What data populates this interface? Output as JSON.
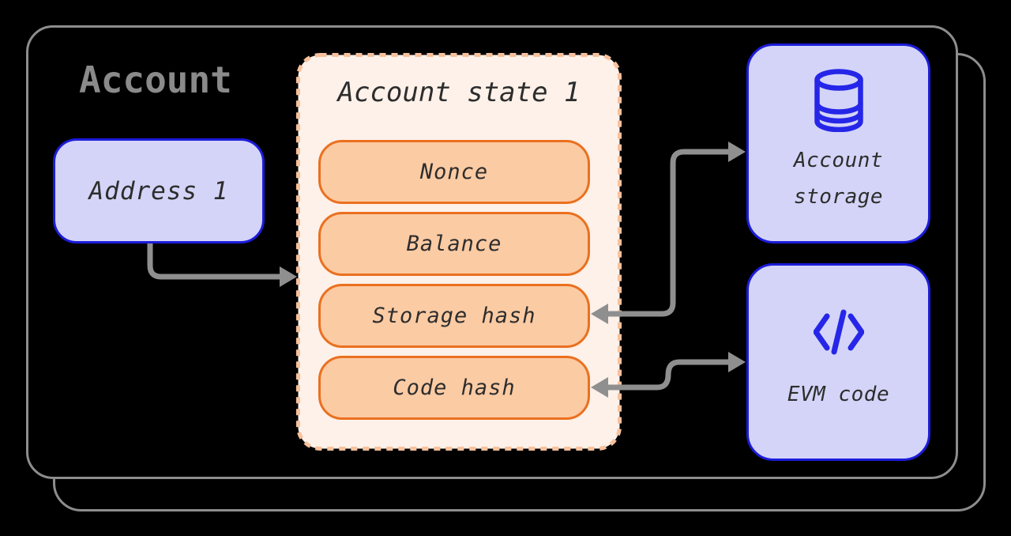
{
  "diagram": {
    "title": "Account",
    "address_box": {
      "label": "Address 1"
    },
    "account_state": {
      "title": "Account state 1",
      "fields": [
        "Nonce",
        "Balance",
        "Storage hash",
        "Code hash"
      ]
    },
    "account_storage_box": {
      "line1": "Account",
      "line2": "storage",
      "icon": "database-icon"
    },
    "evm_code_box": {
      "label": "EVM code",
      "icon": "code-icon"
    },
    "colors": {
      "background": "#000000",
      "frame_border": "#8d8d8d",
      "title_text": "#8a8a8a",
      "lavender_fill": "#d4d4f8",
      "blue_border": "#1c1cd9",
      "icon_blue": "#2626e8",
      "panel_fill": "#fdf1e9",
      "panel_dash": "#f7c19c",
      "pill_fill": "#fbcba4",
      "pill_border": "#eb701f",
      "arrow_gray": "#8f8f8f",
      "text_dark": "#2d2d2d"
    }
  }
}
